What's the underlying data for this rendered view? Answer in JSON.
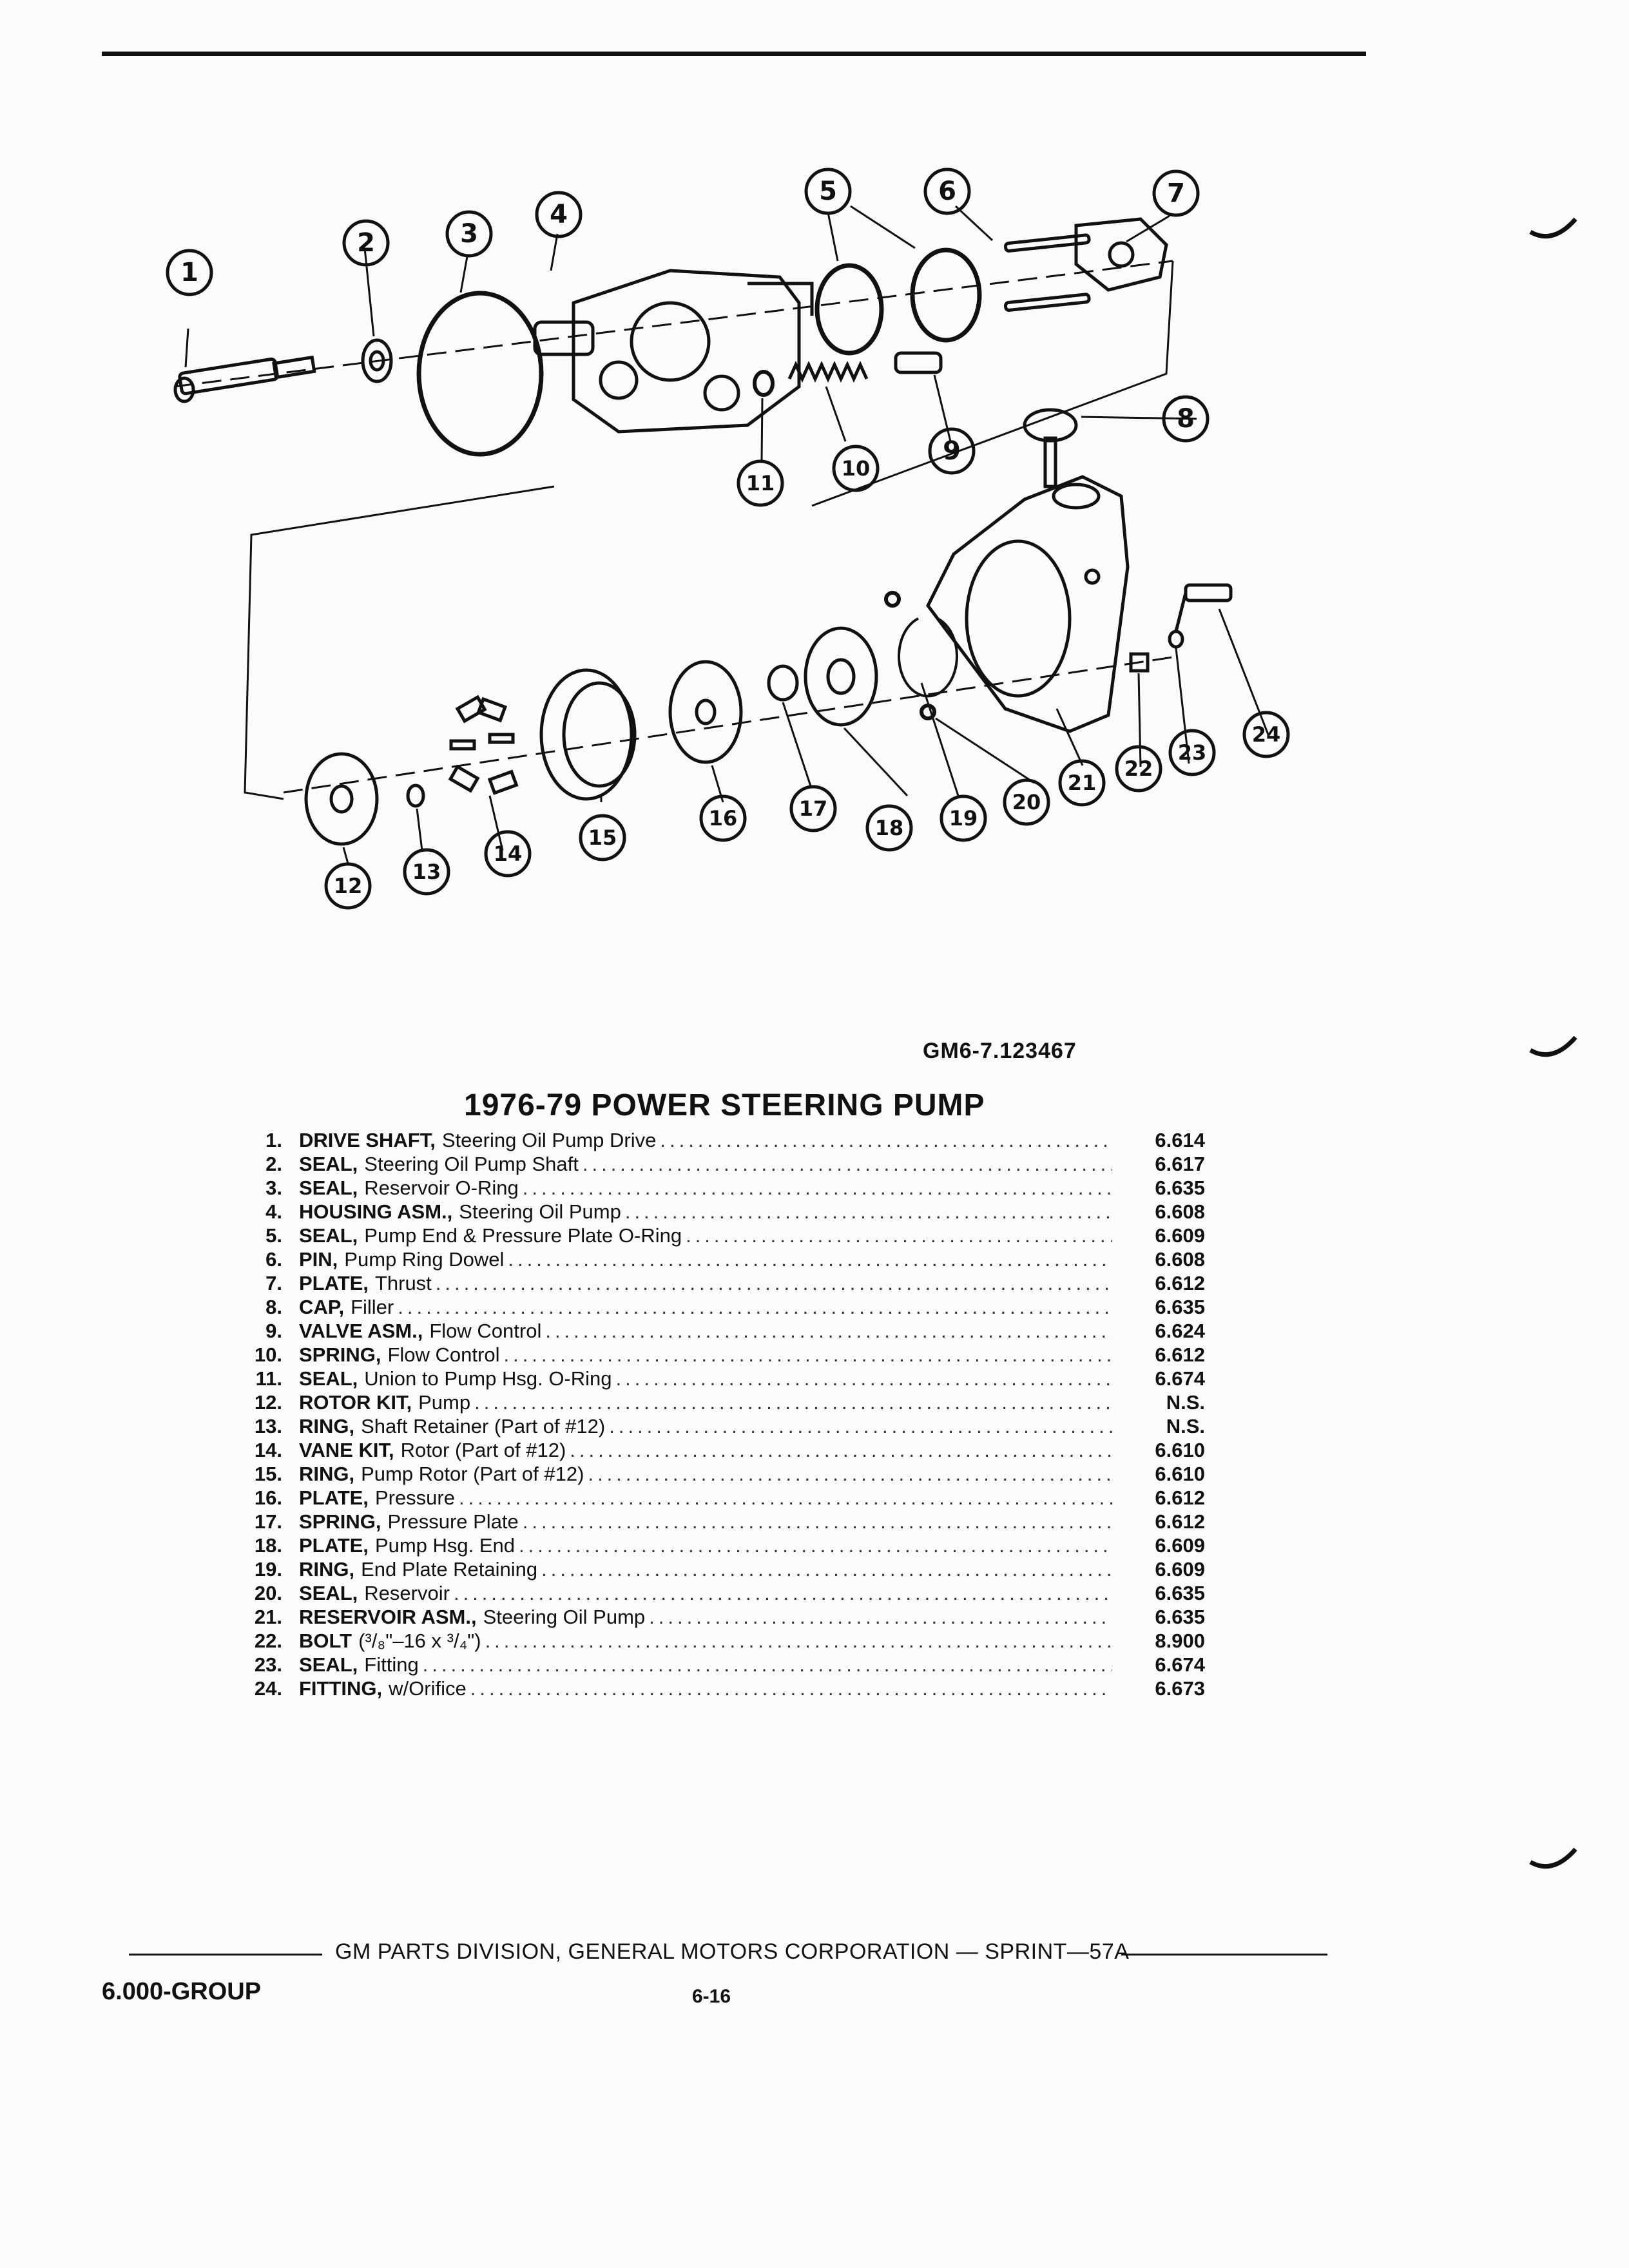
{
  "figure_id": "GM6-7.123467",
  "title": "1976-79 POWER STEERING PUMP",
  "callouts": [
    "1",
    "2",
    "3",
    "4",
    "5",
    "6",
    "7",
    "8",
    "9",
    "10",
    "11",
    "12",
    "13",
    "14",
    "15",
    "16",
    "17",
    "18",
    "19",
    "20",
    "21",
    "22",
    "23",
    "24"
  ],
  "parts": [
    {
      "num": "1.",
      "name": "DRIVE SHAFT,",
      "desc": "Steering Oil Pump Drive",
      "ref": "6.614"
    },
    {
      "num": "2.",
      "name": "SEAL,",
      "desc": "Steering Oil Pump Shaft",
      "ref": "6.617"
    },
    {
      "num": "3.",
      "name": "SEAL,",
      "desc": "Reservoir O-Ring",
      "ref": "6.635"
    },
    {
      "num": "4.",
      "name": "HOUSING ASM.,",
      "desc": "Steering Oil Pump",
      "ref": "6.608"
    },
    {
      "num": "5.",
      "name": "SEAL,",
      "desc": "Pump End & Pressure Plate O-Ring",
      "ref": "6.609"
    },
    {
      "num": "6.",
      "name": "PIN,",
      "desc": "Pump Ring Dowel",
      "ref": "6.608"
    },
    {
      "num": "7.",
      "name": "PLATE,",
      "desc": "Thrust",
      "ref": "6.612"
    },
    {
      "num": "8.",
      "name": "CAP,",
      "desc": "Filler",
      "ref": "6.635"
    },
    {
      "num": "9.",
      "name": "VALVE ASM.,",
      "desc": "Flow Control",
      "ref": "6.624"
    },
    {
      "num": "10.",
      "name": "SPRING,",
      "desc": "Flow Control",
      "ref": "6.612"
    },
    {
      "num": "11.",
      "name": "SEAL,",
      "desc": "Union to Pump Hsg. O-Ring",
      "ref": "6.674"
    },
    {
      "num": "12.",
      "name": "ROTOR KIT,",
      "desc": "Pump",
      "ref": "N.S."
    },
    {
      "num": "13.",
      "name": "RING,",
      "desc": "Shaft Retainer (Part of #12)",
      "ref": "N.S."
    },
    {
      "num": "14.",
      "name": "VANE KIT,",
      "desc": "Rotor (Part of #12)",
      "ref": "6.610"
    },
    {
      "num": "15.",
      "name": "RING,",
      "desc": "Pump Rotor (Part of #12)",
      "ref": "6.610"
    },
    {
      "num": "16.",
      "name": "PLATE,",
      "desc": "Pressure",
      "ref": "6.612"
    },
    {
      "num": "17.",
      "name": "SPRING,",
      "desc": "Pressure Plate",
      "ref": "6.612"
    },
    {
      "num": "18.",
      "name": "PLATE,",
      "desc": "Pump Hsg. End",
      "ref": "6.609"
    },
    {
      "num": "19.",
      "name": "RING,",
      "desc": "End Plate Retaining",
      "ref": "6.609"
    },
    {
      "num": "20.",
      "name": "SEAL,",
      "desc": "Reservoir",
      "ref": "6.635"
    },
    {
      "num": "21.",
      "name": "RESERVOIR ASM.,",
      "desc": "Steering Oil Pump",
      "ref": "6.635"
    },
    {
      "num": "22.",
      "name": "BOLT",
      "desc": "(³/₈\"–16 x ³/₄\")",
      "ref": "8.900"
    },
    {
      "num": "23.",
      "name": "SEAL,",
      "desc": "Fitting",
      "ref": "6.674"
    },
    {
      "num": "24.",
      "name": "FITTING,",
      "desc": "w/Orifice",
      "ref": "6.673"
    }
  ],
  "footer": {
    "text": "GM PARTS DIVISION, GENERAL MOTORS CORPORATION — SPRINT—57A",
    "group": "6.000-GROUP",
    "page": "6-16"
  }
}
